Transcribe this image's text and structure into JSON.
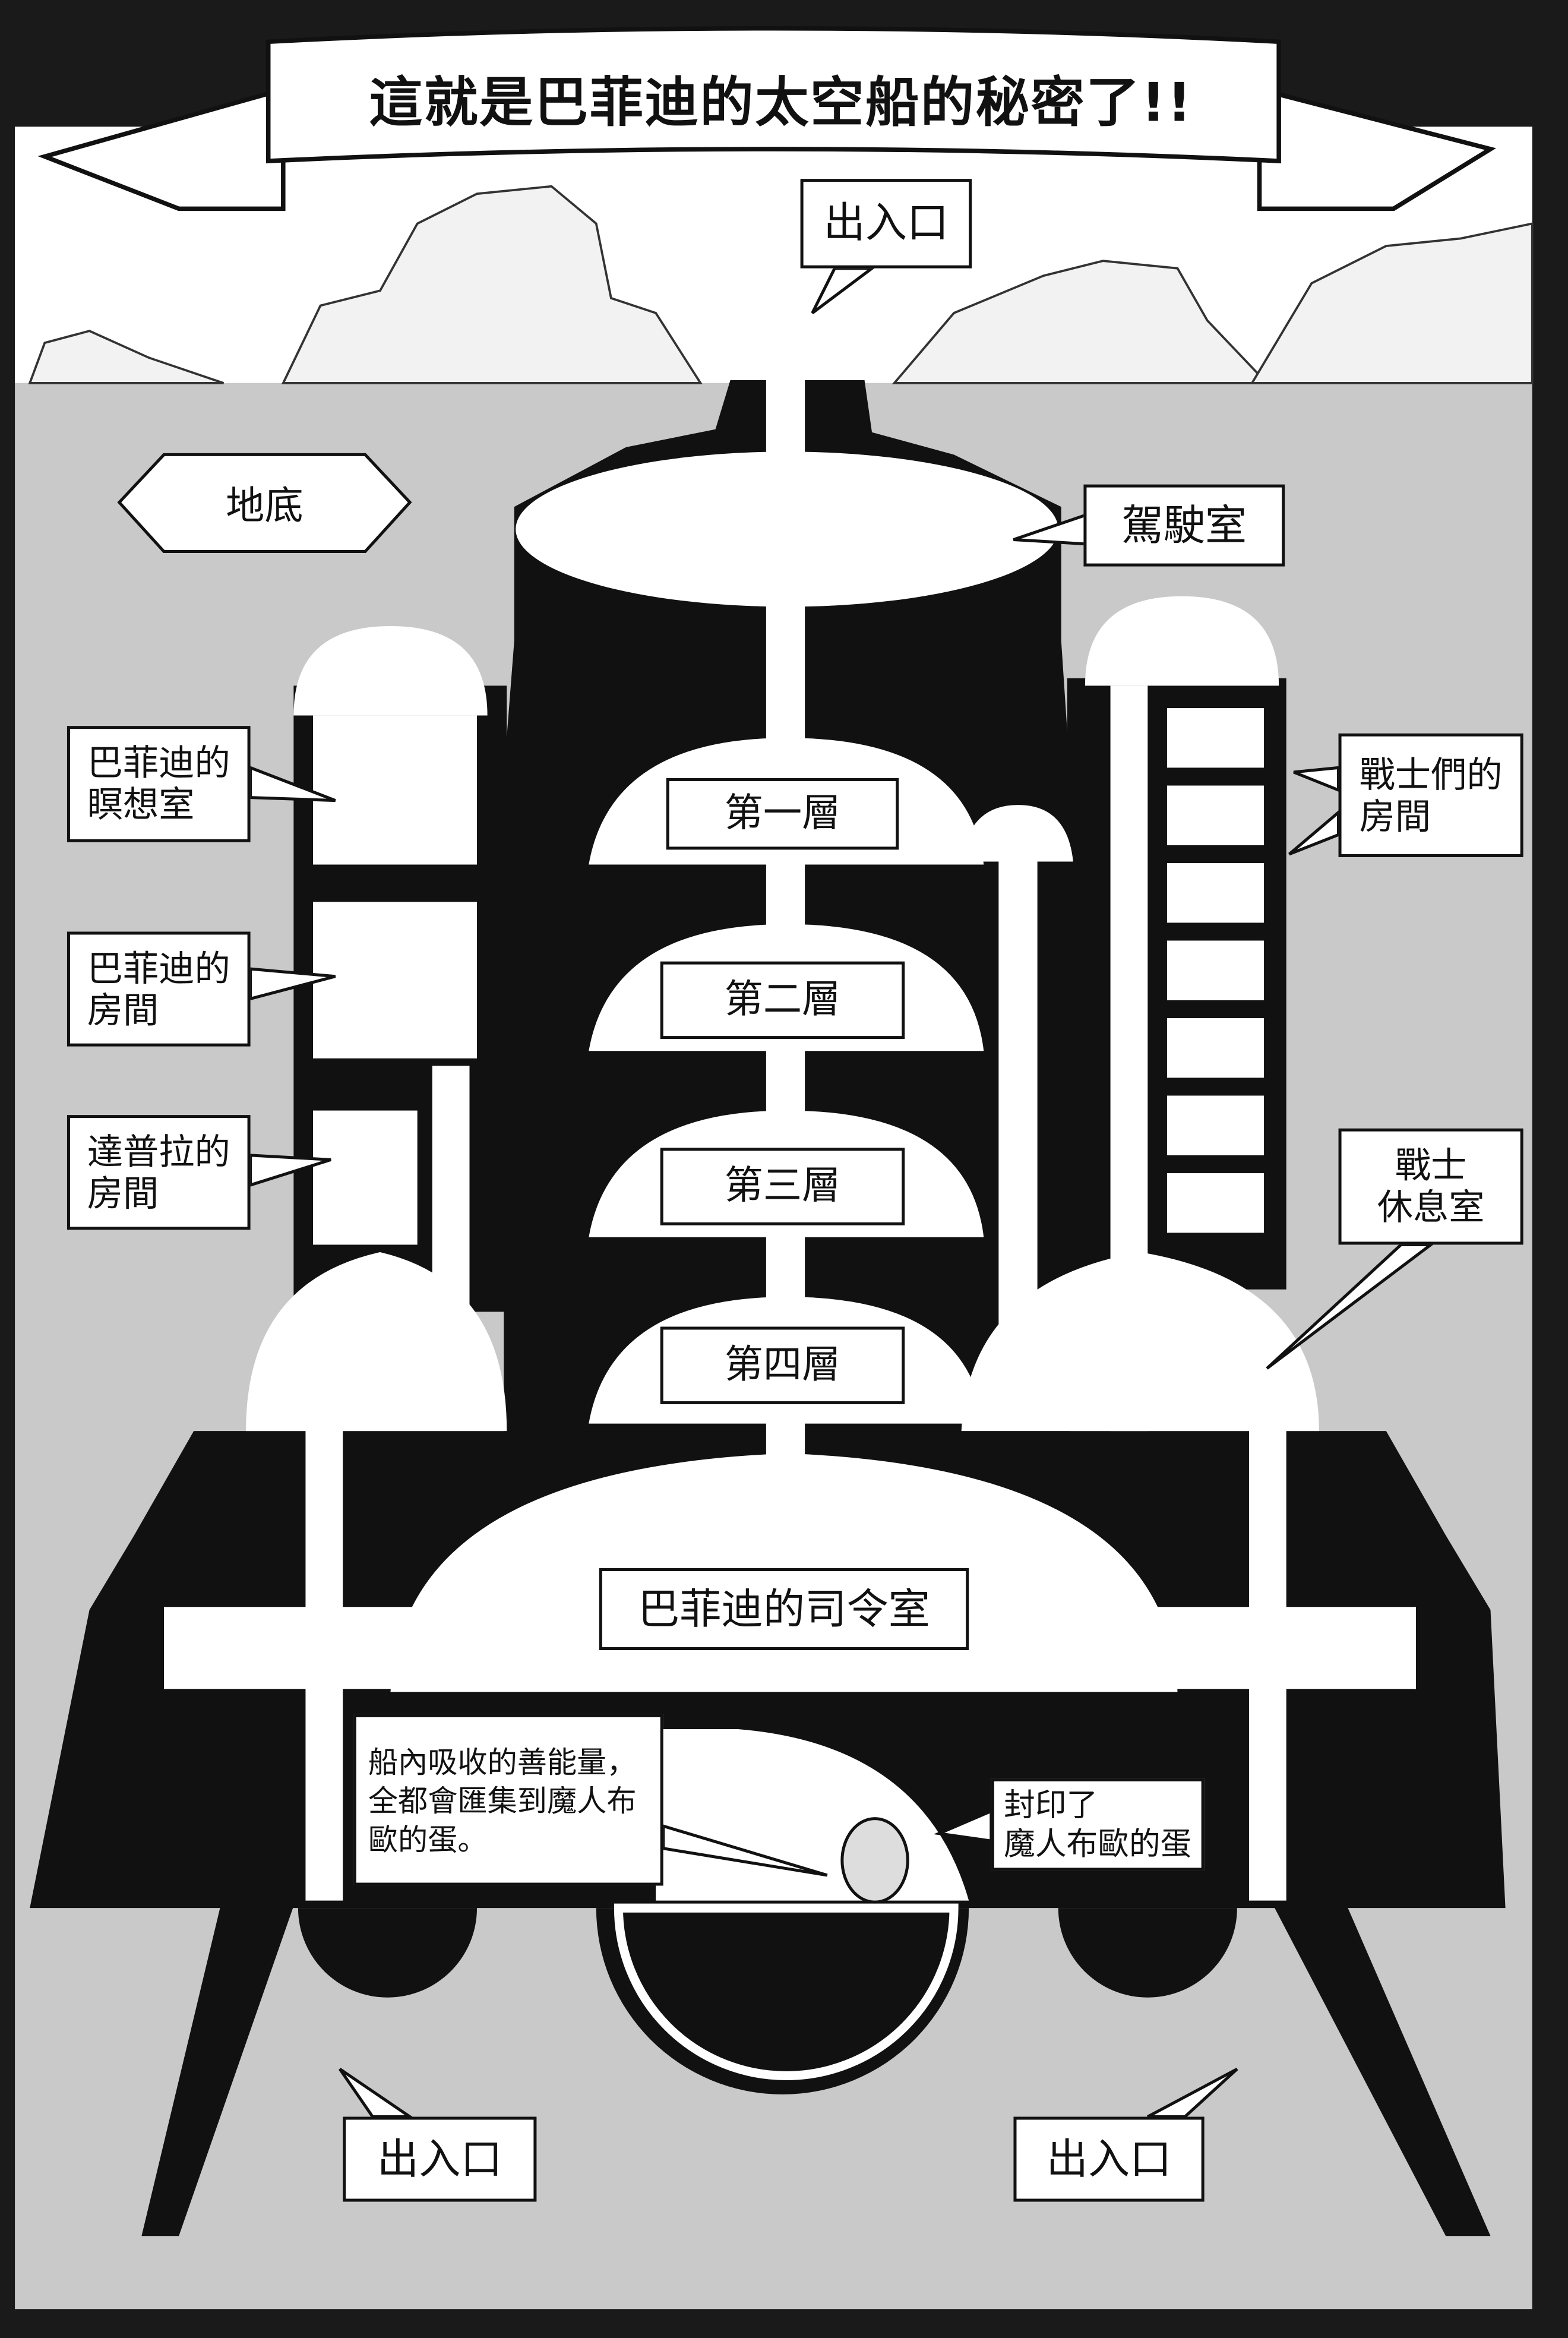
{
  "title": "這就是巴菲迪的太空船的秘密了!!",
  "labels": {
    "top_entrance": "出入口",
    "underground": "地底",
    "cockpit": "駕駛室",
    "meditation_room": "巴菲迪的\n瞑想室",
    "babidi_room": "巴菲迪的\n房間",
    "dabura_room": "達普拉的\n房間",
    "warriors_rooms": "戰士們的\n房間",
    "warriors_lounge": "戰士\n休息室",
    "floor1": "第一層",
    "floor2": "第二層",
    "floor3": "第三層",
    "floor4": "第四層",
    "command_room": "巴菲迪的司令室",
    "energy_caption": "船內吸收的善能量，\n全都會匯集到魔人布\n歐的蛋。",
    "sealed_egg": "封印了\n魔人布歐的蛋",
    "bottom_entrance_left": "出入口",
    "bottom_entrance_right": "出入口"
  },
  "colors": {
    "underground": "#c9c9c9",
    "ship": "#111111",
    "sky": "#ffffff"
  }
}
